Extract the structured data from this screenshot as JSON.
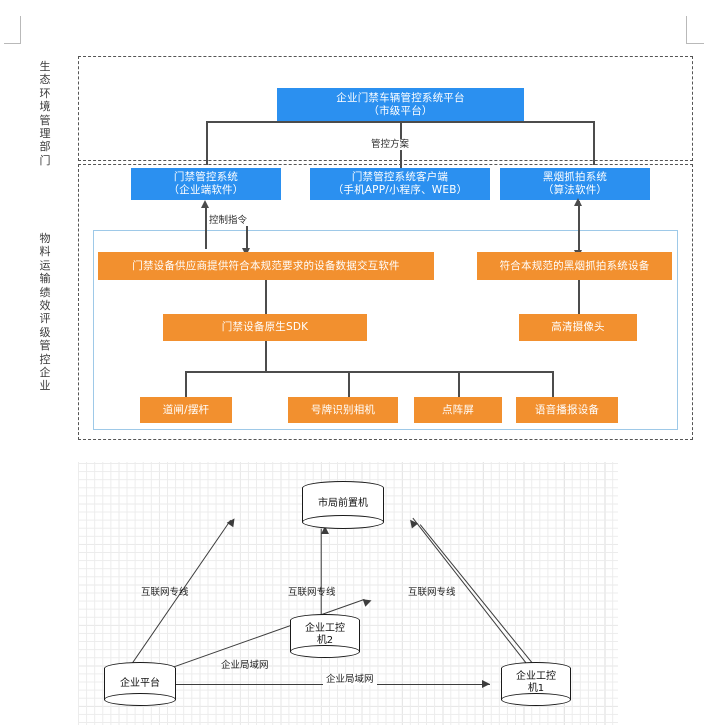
{
  "document": {
    "crop_marks": [
      "top-left",
      "top-right"
    ]
  },
  "top_diagram": {
    "side_labels": [
      {
        "id": "eco-dept",
        "text": "生态环境管理部门"
      },
      {
        "id": "material-enterprise",
        "text": "物料运输绩效评级管控企业"
      }
    ],
    "nodes": {
      "platform": {
        "label": "企业门禁车辆管控系统平台\n（市级平台）",
        "color": "#2b90f0"
      },
      "access_system": {
        "label": "门禁管控系统\n（企业端软件）",
        "color": "#2b90f0"
      },
      "client": {
        "label": "门禁管控系统客户端\n（手机APP/小程序、WEB）",
        "color": "#2b90f0"
      },
      "smoke_system": {
        "label": "黑烟抓拍系统\n（算法软件）",
        "color": "#2b90f0"
      },
      "vendor_software": {
        "label": "门禁设备供应商提供符合本规范要求的设备数据交互软件",
        "color": "#f2902f"
      },
      "smoke_device": {
        "label": "符合本规范的黑烟抓拍系统设备",
        "color": "#f2902f"
      },
      "sdk": {
        "label": "门禁设备原生SDK",
        "color": "#f2902f"
      },
      "camera_hd": {
        "label": "高清摄像头",
        "color": "#f2902f"
      },
      "barrier": {
        "label": "道闸/摆杆",
        "color": "#f2902f"
      },
      "plate_camera": {
        "label": "号牌识别相机",
        "color": "#f2902f"
      },
      "dot_screen": {
        "label": "点阵屏",
        "color": "#f2902f"
      },
      "voice_device": {
        "label": "语音播报设备",
        "color": "#f2902f"
      }
    },
    "edge_labels": [
      {
        "id": "control-plan",
        "text": "管控方案"
      },
      {
        "id": "control-command",
        "text": "控制指令"
      }
    ]
  },
  "bottom_diagram": {
    "nodes": {
      "city_frontend": {
        "label": "市局前置机"
      },
      "ipc2": {
        "label": "企业工控\n机2"
      },
      "enterprise_platform": {
        "label": "企业平台"
      },
      "ipc1": {
        "label": "企业工控\n机1"
      }
    },
    "edge_labels": [
      {
        "id": "internet-line-left",
        "text": "互联网专线"
      },
      {
        "id": "internet-line-center",
        "text": "互联网专线"
      },
      {
        "id": "internet-line-right",
        "text": "互联网专线"
      },
      {
        "id": "lan-upper",
        "text": "企业局域网"
      },
      {
        "id": "lan-lower",
        "text": "企业局域网"
      }
    ]
  }
}
